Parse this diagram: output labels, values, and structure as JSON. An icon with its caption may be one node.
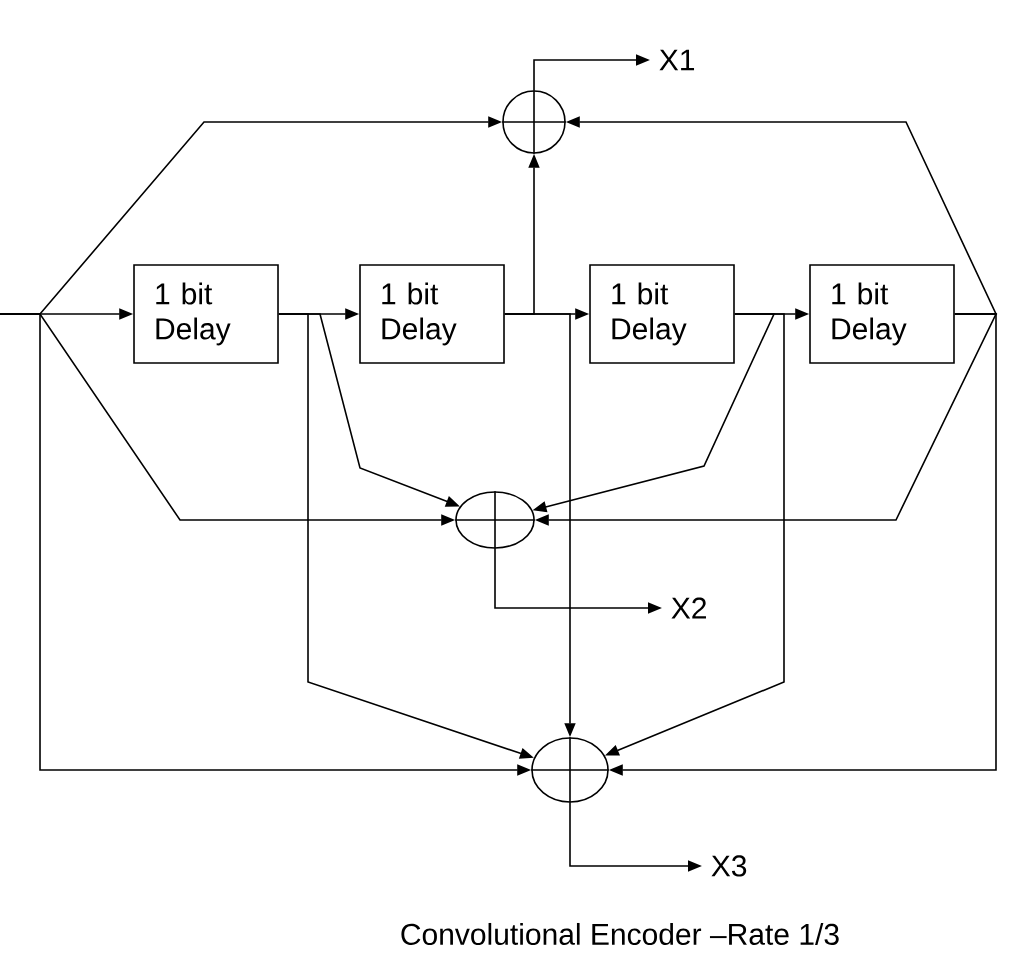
{
  "diagram": {
    "caption": "Convolutional Encoder –Rate 1/3",
    "nodes": [
      {
        "text": [
          "X1"
        ]
      },
      {
        "text": [],
        "shape": "circle"
      },
      {
        "text": [
          "1 bit Delay"
        ]
      },
      {
        "text": [
          "1 bit Delay"
        ]
      },
      {
        "text": [
          "1 bit Delay"
        ]
      },
      {
        "text": [
          "1 bit Delay"
        ]
      },
      {
        "text": [],
        "shape": "circle"
      },
      {
        "text": [
          "X2"
        ]
      },
      {
        "text": [],
        "shape": "circle"
      },
      {
        "text": [
          "X3"
        ]
      }
    ],
    "edges": [
      {
        "from": null,
        "to": 2,
        "arrow": "to"
      },
      {
        "from": null,
        "to": 1,
        "arrow": "to"
      },
      {
        "from": null,
        "to": 6,
        "arrow": "to"
      },
      {
        "from": null,
        "to": 8,
        "arrow": "to"
      },
      {
        "from": 2,
        "to": 3,
        "arrow": "to"
      },
      {
        "from": 2,
        "to": 6,
        "arrow": "to"
      },
      {
        "from": 2,
        "to": 8,
        "arrow": "to"
      },
      {
        "from": 3,
        "to": 4,
        "arrow": "to"
      },
      {
        "from": 3,
        "to": 1,
        "arrow": "to"
      },
      {
        "from": 3,
        "to": 8,
        "arrow": "to"
      },
      {
        "from": 4,
        "to": 5,
        "arrow": "to"
      },
      {
        "from": 4,
        "to": 6,
        "arrow": "to"
      },
      {
        "from": 4,
        "to": 8,
        "arrow": "to"
      },
      {
        "from": 5,
        "to": 1,
        "arrow": "to"
      },
      {
        "from": 5,
        "to": 6,
        "arrow": "to"
      },
      {
        "from": 5,
        "to": 8,
        "arrow": "to"
      },
      {
        "from": 1,
        "to": 0,
        "arrow": "to"
      },
      {
        "from": 6,
        "to": 7,
        "arrow": "to"
      },
      {
        "from": 8,
        "to": 9,
        "arrow": "to"
      }
    ]
  }
}
